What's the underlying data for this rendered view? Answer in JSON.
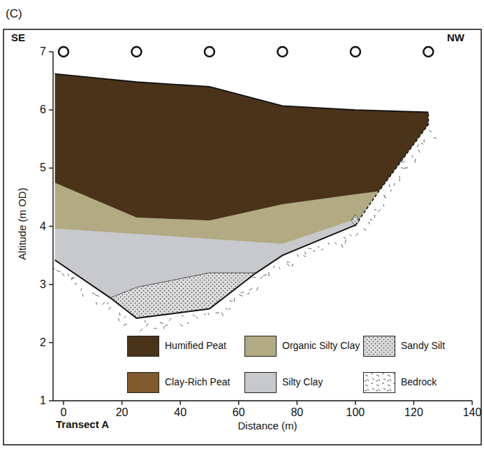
{
  "diagram": {
    "labels": [
      "(C)",
      "SE",
      "NW",
      "7",
      "6",
      "5",
      "4",
      "3",
      "2",
      "1",
      "Altitude (m OD)",
      "0",
      "20",
      "40",
      "60",
      "80",
      "100",
      "120",
      "140",
      "Distance (m)",
      "Transect A"
    ],
    "legend": [
      {
        "text": "Humified Peat",
        "color": "#4a3319"
      },
      {
        "text": "Organic Silty Clay",
        "color": "#b1aa82"
      },
      {
        "text": "Sandy Silt"
      },
      {
        "text": "Clay-Rich Peat",
        "color": "#7f5a2c"
      },
      {
        "text": "Silty Clay",
        "color": "#c8c9cd"
      },
      {
        "text": "Bedrock"
      }
    ]
  }
}
